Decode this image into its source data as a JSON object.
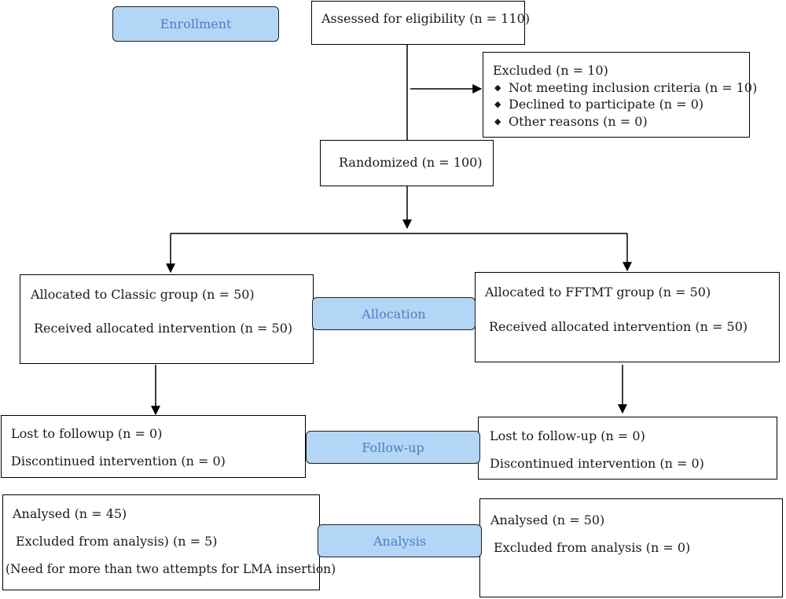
{
  "stages": {
    "enrollment": "Enrollment",
    "allocation": "Allocation",
    "followup": "Follow-up",
    "analysis": "Analysis"
  },
  "assessed": "Assessed for eligibility (n = 110)",
  "excluded": {
    "title": "Excluded (n = 10)",
    "items": [
      "Not meeting inclusion criteria (n = 10)",
      "Declined to participate (n = 0)",
      "Other reasons (n = 0)"
    ]
  },
  "randomized": "Randomized (n = 100)",
  "classic": {
    "allocated": "Allocated to Classic group (n = 50)",
    "received": "Received allocated intervention (n = 50)",
    "lost": "Lost to followup (n = 0)",
    "discontinued": "Discontinued intervention (n = 0)",
    "analysed": "Analysed (n = 45)",
    "excluded": "Excluded from analysis) (n = 5)",
    "reason": "(Need for more than two attempts for LMA insertion)"
  },
  "fftmt": {
    "allocated": "Allocated to FFTMT group (n = 50)",
    "received": "Received allocated intervention (n = 50)",
    "lost": "Lost to follow-up (n = 0)",
    "discontinued": "Discontinued intervention (n = 0)",
    "analysed": "Analysed (n = 50)",
    "excluded": "Excluded from analysis (n = 0)"
  },
  "colors": {
    "stage_fill": "#b3d6f6",
    "stage_text": "#4a7fc0",
    "line": "#000000"
  }
}
